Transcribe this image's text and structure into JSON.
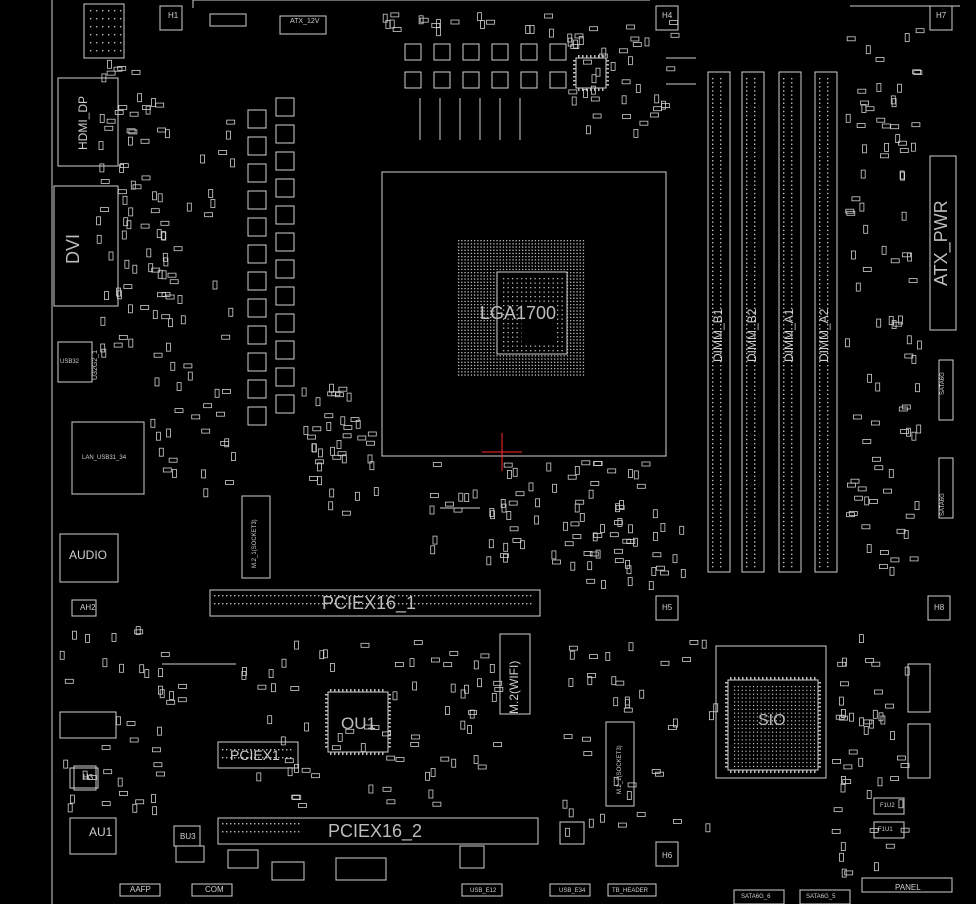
{
  "board": {
    "background": "#000000",
    "stroke_color": "#d0d0d0",
    "pad_color": "#bcbcbc",
    "cross_color": "#ff2a2a",
    "dot_color": "#20c060"
  },
  "labels": {
    "socket": "LGA1700",
    "pcie1": "PCIEX16_1",
    "pcie2": "PCIEX16_2",
    "pcie_x1": "PCIEX1",
    "ou1": "OU1",
    "au1": "AU1",
    "audio": "AUDIO",
    "dvi": "DVI",
    "hdmi_dp": "HDMI_DP",
    "atx_pwr": "ATX_PWR",
    "atx_12v": "ATX_12V",
    "dimm_b1": "DIMM_B1",
    "dimm_b2": "DIMM_B2",
    "dimm_a1": "DIMM_A1",
    "dimm_a2": "DIMM_A2",
    "m2_1": "M.2_1(SOCKET3)",
    "m2_2": "M.2_2(SOCKET3)",
    "m2_wifi": "M.2(WIFI)",
    "lan": "LAN_USB31_34",
    "usb32g2": "U32G2_1",
    "usbsh": "USB32",
    "au2": "AH2",
    "bu3": "BU3",
    "pch": "SIO",
    "h1": "H1",
    "h3": "H3",
    "h4": "H4",
    "h5": "H5",
    "h6": "H6",
    "h7": "H7",
    "h8": "H8",
    "f1u2": "F1U2",
    "f1u1": "F1U1",
    "aafp": "AAFP",
    "com": "COM",
    "usb_e12": "USB_E12",
    "usb_e34": "USB_E34",
    "tb_header": "TB_HEADER",
    "sata6g_6": "SATA6G_6",
    "sata6g_5": "SATA6G_5",
    "panel": "PANEL",
    "sata_stack": "SATA6G"
  }
}
